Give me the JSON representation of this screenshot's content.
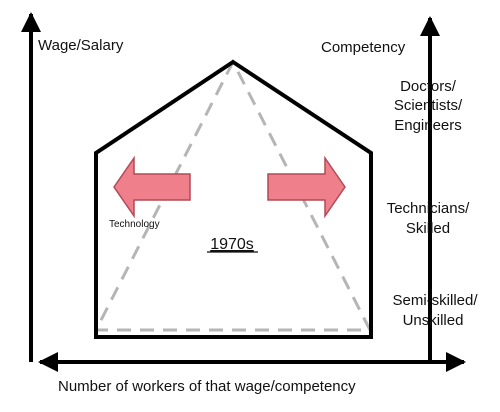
{
  "labels": {
    "y_axis_left": "Wage/Salary",
    "y_axis_right": "Competency",
    "x_axis": "Number of workers of that wage/competency",
    "tier_top": [
      "Doctors/",
      "Scientists/",
      "Engineers"
    ],
    "tier_middle": [
      "Technicians/",
      "Skilled"
    ],
    "tier_bottom": [
      "Semi-skilled/",
      "Unskilled"
    ],
    "arrow_caption": "Technology",
    "era": "1970s"
  },
  "colors": {
    "arrow_fill": "#f07f8c",
    "arrow_stroke": "#b24a57",
    "pyramid_dashed": "#b5b5b5",
    "outline": "#000000"
  }
}
